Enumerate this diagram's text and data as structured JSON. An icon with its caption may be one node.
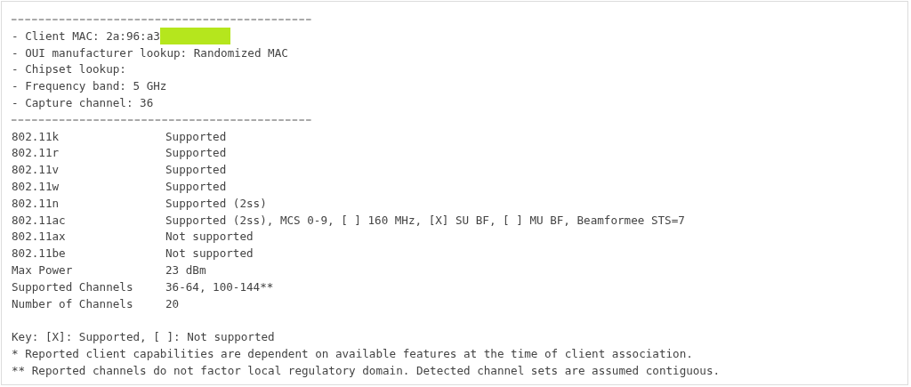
{
  "diagram": {
    "labels": [
      "- Client MAC: 2a:96:a3",
      "- OUI manufacturer lookup: Randomized MAC",
      "- Chipset lookup:",
      "- Frequency band: 5 GHz",
      "- Capture channel: 36",
      "802.11k",
      "Supported",
      "802.11r",
      "Supported",
      "802.11v",
      "Supported",
      "802.11w",
      "Supported",
      "802.11n",
      "Supported (2ss)",
      "802.11ac",
      "Supported (2ss), MCS 0-9, [ ] 160 MHz, [X] SU BF, [ ] MU BF, Beamformee STS=7",
      "802.11ax",
      "Not supported",
      "802.11be",
      "Not supported",
      "Max Power",
      "23 dBm",
      "Supported Channels",
      "36-64, 100-144**",
      "Number of Channels",
      "20",
      "Key: [X]: Supported, [ ]: Not supported",
      "* Reported client capabilities are dependent on available features at the time of client association.",
      "** Reported channels do not factor local regulatory domain. Detected channel sets are assumed contiguous."
    ]
  }
}
